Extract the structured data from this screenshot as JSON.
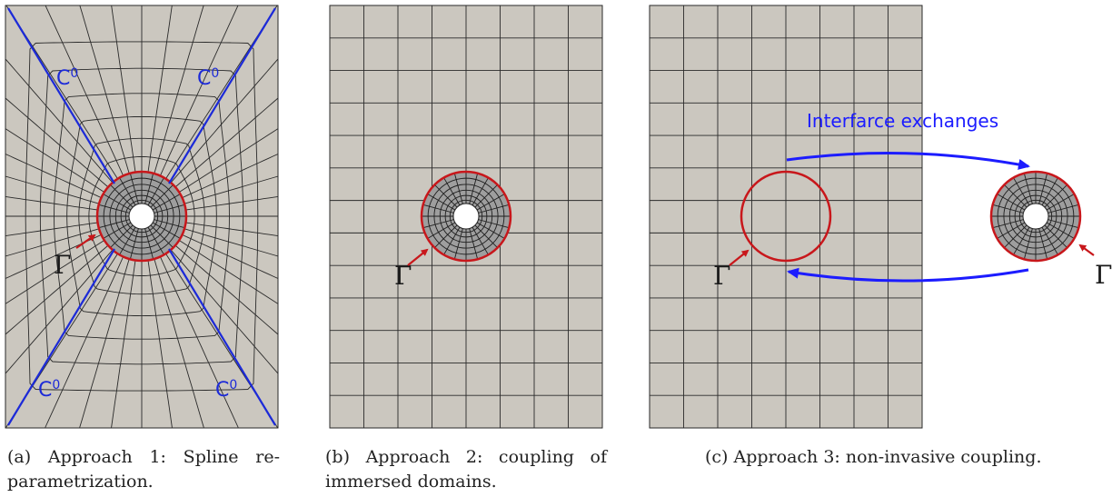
{
  "colors": {
    "mesh_fill": "#cbc7bf",
    "patch_fill": "#9e9e9e",
    "mesh_line": "#2a2a2a",
    "interface_red": "#c8171b",
    "c0_blue": "#1c2ad8",
    "exchange_blue": "#1c1cff"
  },
  "panel_a": {
    "c0_labels": [
      {
        "base": "C",
        "sup": "0"
      },
      {
        "base": "C",
        "sup": "0"
      },
      {
        "base": "C",
        "sup": "0"
      },
      {
        "base": "C",
        "sup": "0"
      }
    ],
    "gamma": "Γ",
    "caption_tag": "(a)",
    "caption_text": "Approach 1: Spline re-parametrization."
  },
  "panel_b": {
    "gamma": "Γ",
    "caption_tag": "(b)",
    "caption_text": "Approach 2: coupling of immersed domains."
  },
  "panel_c": {
    "gamma_global": "Γ",
    "gamma_local": "Γ",
    "exchange_label": "Interfarce exchanges",
    "caption_tag": "(c)",
    "caption_text": "Approach 3: non-invasive coupling."
  },
  "icons": [
    "red-arrow-icon",
    "blue-curved-arrow-icon"
  ]
}
